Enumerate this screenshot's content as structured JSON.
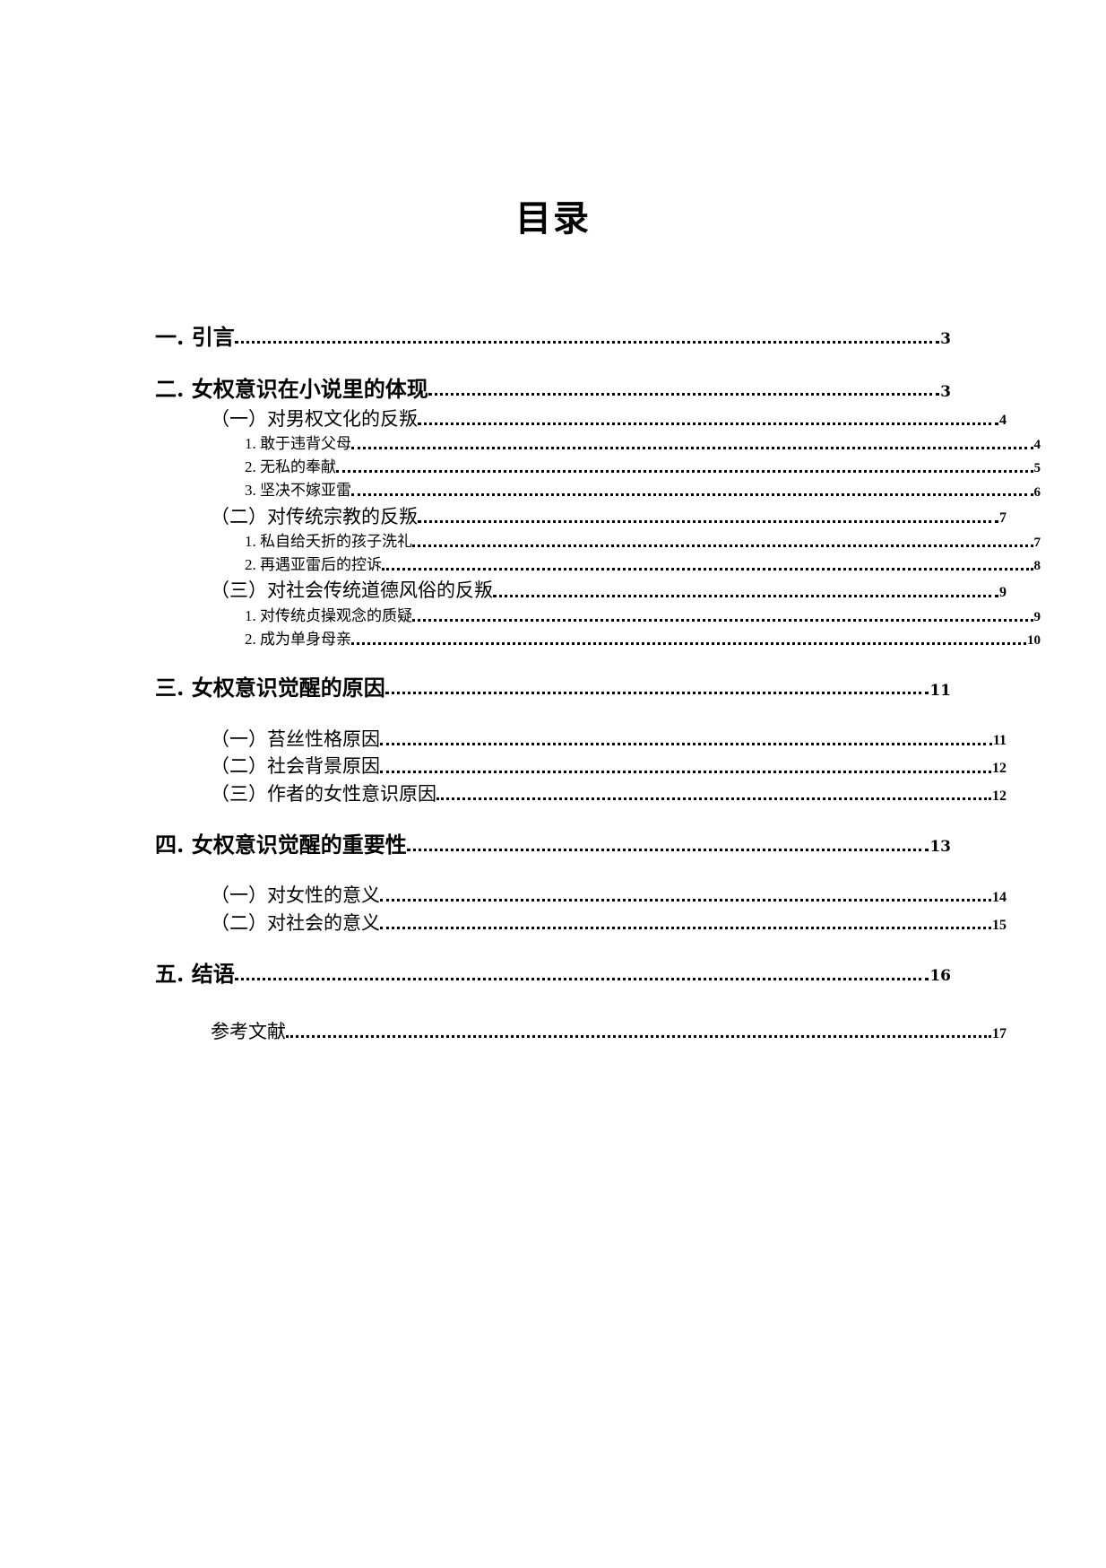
{
  "document": {
    "title": "目录"
  },
  "toc": {
    "entries": [
      {
        "level": 1,
        "label": "一. 引言",
        "page": "3",
        "spacing": "none"
      },
      {
        "level": 1,
        "label": "二. 女权意识在小说里的体现",
        "page": "3",
        "spacing": "lg"
      },
      {
        "level": 2,
        "label": "（一）对男权文化的反叛",
        "page": "4",
        "spacing": "sm"
      },
      {
        "level": 3,
        "label": "1. 敢于违背父母",
        "page": "4",
        "spacing": "sm"
      },
      {
        "level": 3,
        "label": "2. 无私的奉献",
        "page": "5",
        "spacing": "sm"
      },
      {
        "level": 3,
        "label": "3. 坚决不嫁亚雷",
        "page": "6",
        "spacing": "sm"
      },
      {
        "level": 2,
        "label": "（二）对传统宗教的反叛",
        "page": "7",
        "spacing": "sm"
      },
      {
        "level": 3,
        "label": "1. 私自给夭折的孩子洗礼",
        "page": "7",
        "spacing": "sm"
      },
      {
        "level": 3,
        "label": "2. 再遇亚雷后的控诉",
        "page": "8",
        "spacing": "sm"
      },
      {
        "level": 2,
        "label": "（三）对社会传统道德风俗的反叛",
        "page": "9",
        "spacing": "sm"
      },
      {
        "level": 3,
        "label": "1. 对传统贞操观念的质疑",
        "page": "9",
        "spacing": "sm"
      },
      {
        "level": 3,
        "label": "2. 成为单身母亲",
        "page": "10",
        "spacing": "sm"
      },
      {
        "level": 1,
        "label": "三. 女权意识觉醒的原因",
        "page": "11",
        "spacing": "lg"
      },
      {
        "level": 2,
        "label": "（一）苔丝性格原因",
        "page": "11",
        "spacing": "lg"
      },
      {
        "level": 2,
        "label": "（二）社会背景原因",
        "page": "12",
        "spacing": "sm"
      },
      {
        "level": 2,
        "label": "（三）作者的女性意识原因",
        "page": "12",
        "spacing": "sm"
      },
      {
        "level": 1,
        "label": "四. 女权意识觉醒的重要性",
        "page": "13",
        "spacing": "lg"
      },
      {
        "level": 2,
        "label": "（一）对女性的意义",
        "page": "14",
        "spacing": "lg"
      },
      {
        "level": 2,
        "label": "（二）对社会的意义",
        "page": "15",
        "spacing": "sm"
      },
      {
        "level": 1,
        "label": "五. 结语",
        "page": "16",
        "spacing": "lg"
      },
      {
        "level": 2,
        "label": "参考文献",
        "page": "17",
        "spacing": "xl"
      }
    ]
  }
}
